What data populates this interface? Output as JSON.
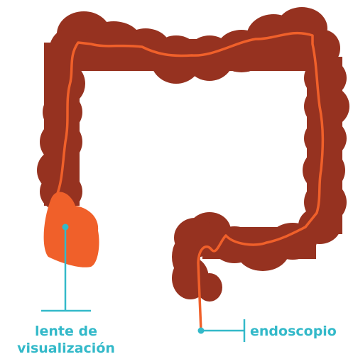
{
  "labels": {
    "lens_line1": "lente de",
    "lens_line2": "visualización",
    "endoscope": "endoscopio"
  },
  "colors": {
    "colon": "#963220",
    "scope": "#f0602a",
    "lens": "#f0602a",
    "callout": "#33b9c9"
  }
}
